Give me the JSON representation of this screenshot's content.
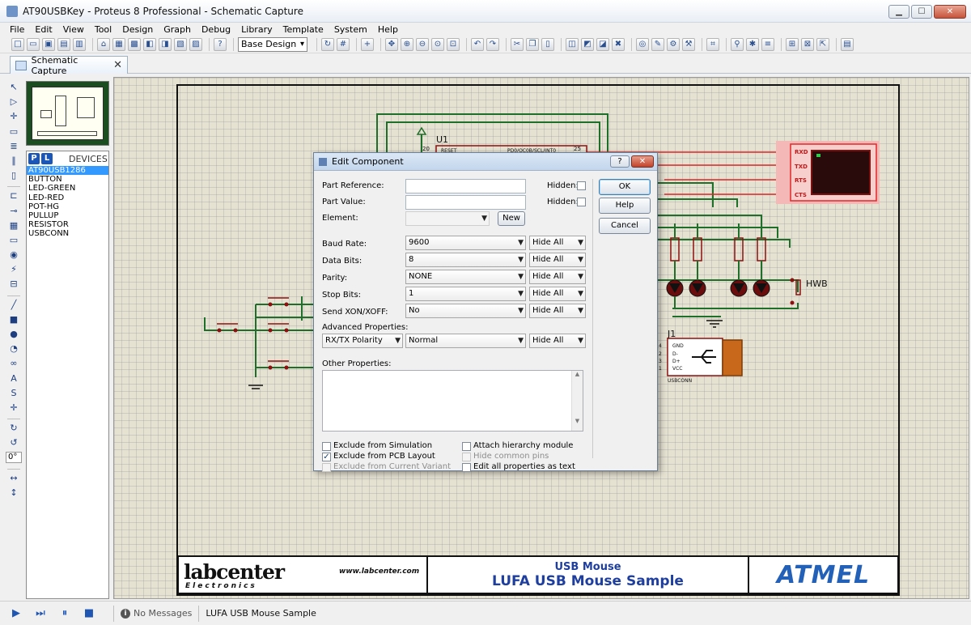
{
  "window": {
    "title": "AT90USBKey - Proteus 8 Professional - Schematic Capture",
    "minimize": "▁",
    "maximize": "☐",
    "close": "✕"
  },
  "menu": [
    "File",
    "Edit",
    "View",
    "Tool",
    "Design",
    "Graph",
    "Debug",
    "Library",
    "Template",
    "System",
    "Help"
  ],
  "toolbar": {
    "design_select": "Base Design"
  },
  "tab": {
    "label": "Schematic Capture",
    "close": "✕"
  },
  "devices": {
    "p_label": "P",
    "l_label": "L",
    "header": "DEVICES",
    "items": [
      "AT90USB1286",
      "BUTTON",
      "LED-GREEN",
      "LED-RED",
      "POT-HG",
      "PULLUP",
      "RESISTOR",
      "USBCONN"
    ],
    "selected_index": 0
  },
  "rotation": {
    "angle": "0°"
  },
  "schematic": {
    "u1_label": "U1",
    "u1_pin20": "20",
    "u1_pin25": "25",
    "u1_reset": "RESET",
    "u1_port": "PD0/OC0B/SCL/INT0",
    "terminal": {
      "pins": [
        "RXD",
        "TXD",
        "RTS",
        "CTS"
      ]
    },
    "hwb_label": "HWB",
    "j1_label": "J1",
    "usb_pins": [
      "GND",
      "D-",
      "D+",
      "VCC"
    ],
    "usb_pin_numbers": [
      "4",
      "2",
      "3",
      "1"
    ],
    "usb_name": "USBCONN"
  },
  "title_block": {
    "logo": "labcenter",
    "electronics": "Electronics",
    "url": "www.labcenter.com",
    "sub_title": "USB Mouse",
    "main_title": "LUFA USB Mouse Sample",
    "brand": "ATMEL"
  },
  "dialog": {
    "title": "Edit Component",
    "help_btn": "?",
    "close_btn": "✕",
    "part_reference_label": "Part Reference:",
    "part_reference_value": "",
    "part_value_label": "Part Value:",
    "part_value_value": "",
    "element_label": "Element:",
    "element_value": "",
    "hidden_label": "Hidden:",
    "new_btn": "New",
    "ok_btn": "OK",
    "help_button": "Help",
    "cancel_btn": "Cancel",
    "baud_rate_label": "Baud Rate:",
    "baud_rate_value": "9600",
    "data_bits_label": "Data Bits:",
    "data_bits_value": "8",
    "parity_label": "Parity:",
    "parity_value": "NONE",
    "stop_bits_label": "Stop Bits:",
    "stop_bits_value": "1",
    "xon_label": "Send XON/XOFF:",
    "xon_value": "No",
    "hide_all": "Hide All",
    "advanced_label": "Advanced Properties:",
    "adv_property": "RX/TX Polarity",
    "adv_value": "Normal",
    "other_label": "Other Properties:",
    "exclude_sim": "Exclude from Simulation",
    "exclude_pcb": "Exclude from PCB Layout",
    "exclude_variant": "Exclude from Current Variant",
    "attach_hier": "Attach hierarchy module",
    "hide_pins": "Hide common pins",
    "edit_all": "Edit all properties as text",
    "checked_mark": "✓"
  },
  "statusbar": {
    "messages": "No Messages",
    "info_icon": "i",
    "sheet": "LUFA USB Mouse Sample"
  },
  "colors": {
    "wire": "#1f6e2a",
    "component": "#9b1b1b",
    "red_wire": "#e0282a",
    "canvas": "#e6e2d2"
  }
}
